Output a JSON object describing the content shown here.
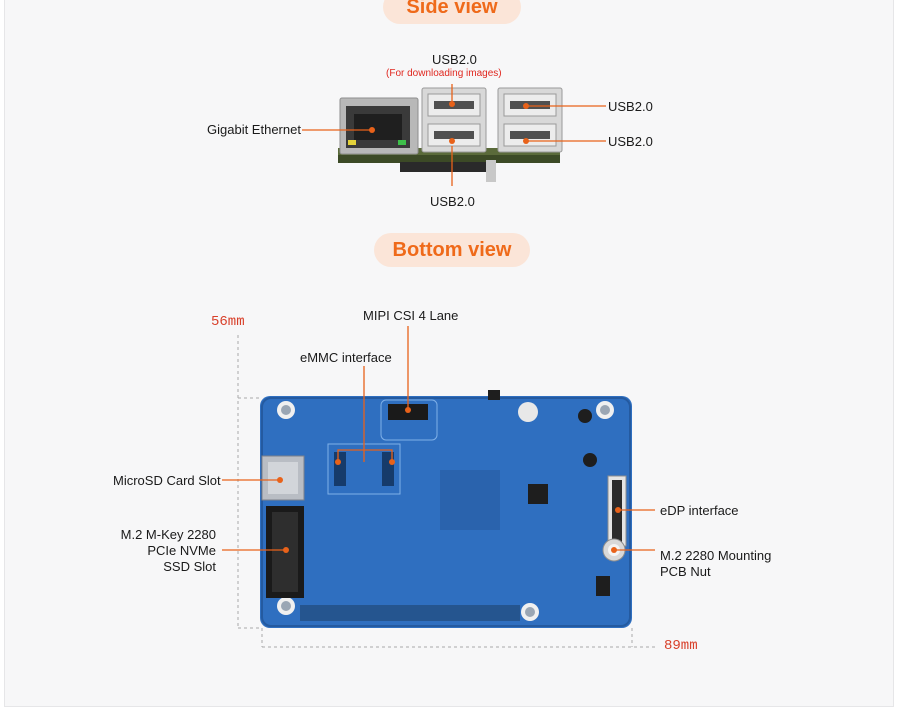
{
  "side": {
    "title": "Side view",
    "usb_top": "USB2.0",
    "usb_top_note": "(For downloading images)",
    "usb_right_1": "USB2.0",
    "usb_right_2": "USB2.0",
    "usb_bottom": "USB2.0",
    "ethernet": "Gigabit Ethernet"
  },
  "bottom": {
    "title": "Bottom view",
    "height_dim": "56mm",
    "width_dim": "89mm",
    "mipi": "MIPI CSI 4 Lane",
    "emmc": "eMMC interface",
    "microsd": "MicroSD Card Slot",
    "m2_line1": "M.2 M-Key 2280",
    "m2_line2": "PCIe NVMe",
    "m2_line3": "SSD Slot",
    "edp": "eDP interface",
    "nut_line1": "M.2 2280 Mounting",
    "nut_line2": "PCB Nut"
  },
  "colors": {
    "accent": "#ef6a1a",
    "pill_bg": "#fbe5d8",
    "board_blue": "#2f6fc0",
    "dimension_red": "#d8402a",
    "callout_line": "#e8621a"
  }
}
